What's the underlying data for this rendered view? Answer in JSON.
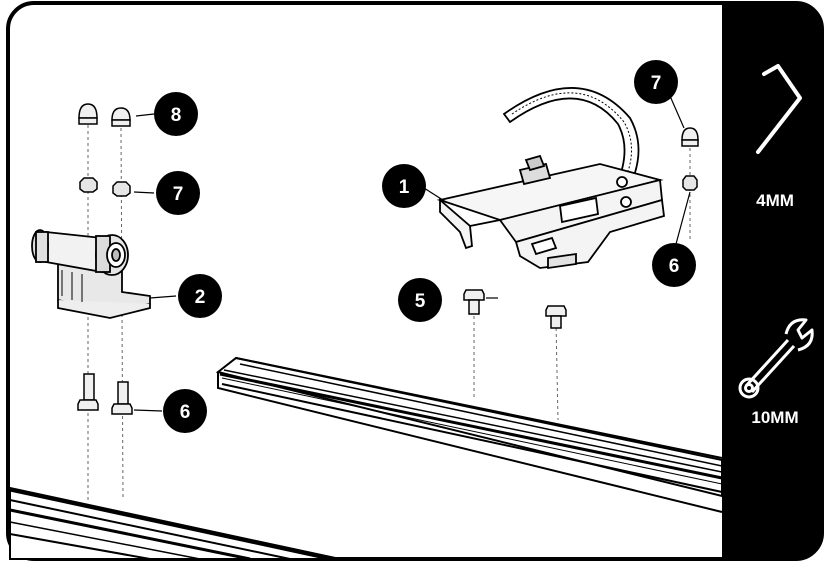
{
  "sidebar": {
    "tools": [
      {
        "icon": "allen-key-icon",
        "label": "4MM"
      },
      {
        "icon": "wrench-icon",
        "label": "10MM"
      }
    ]
  },
  "callouts": [
    {
      "id": "callout-1",
      "number": "1"
    },
    {
      "id": "callout-2",
      "number": "2"
    },
    {
      "id": "callout-5",
      "number": "5"
    },
    {
      "id": "callout-6-left",
      "number": "6"
    },
    {
      "id": "callout-6-right",
      "number": "6"
    },
    {
      "id": "callout-7-left",
      "number": "7"
    },
    {
      "id": "callout-7-right",
      "number": "7"
    },
    {
      "id": "callout-8",
      "number": "8"
    }
  ],
  "colors": {
    "ink": "#000000",
    "paper": "#ffffff",
    "part_gray": "#e6e6e6"
  }
}
